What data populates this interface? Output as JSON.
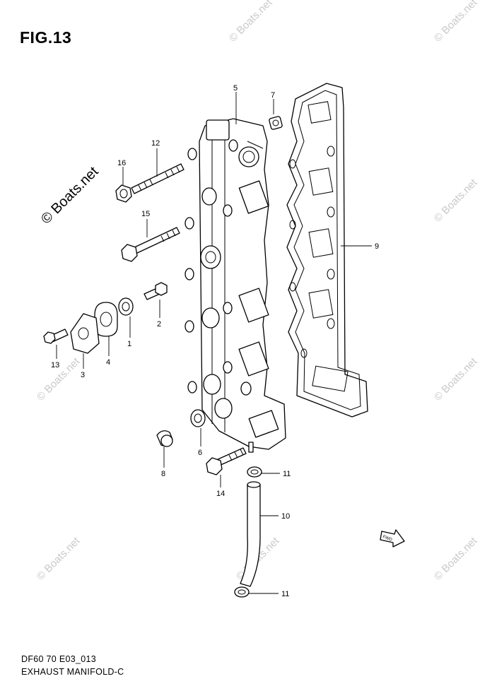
{
  "figure": {
    "title": "FIG.13",
    "caption_code": "DF60 70 E03_013",
    "caption_name": "EXHAUST MANIFOLD-C"
  },
  "watermark": {
    "text": "© Boats.net",
    "big_text": "© Boats.net"
  },
  "callouts": {
    "c1": "1",
    "c2": "2",
    "c3": "3",
    "c4": "4",
    "c5": "5",
    "c6": "6",
    "c7": "7",
    "c8": "8",
    "c9": "9",
    "c10": "10",
    "c11a": "11",
    "c11b": "11",
    "c12": "12",
    "c13": "13",
    "c14": "14",
    "c15": "15",
    "c16": "16"
  },
  "icons": {
    "fwd": "forward-arrow-icon"
  }
}
